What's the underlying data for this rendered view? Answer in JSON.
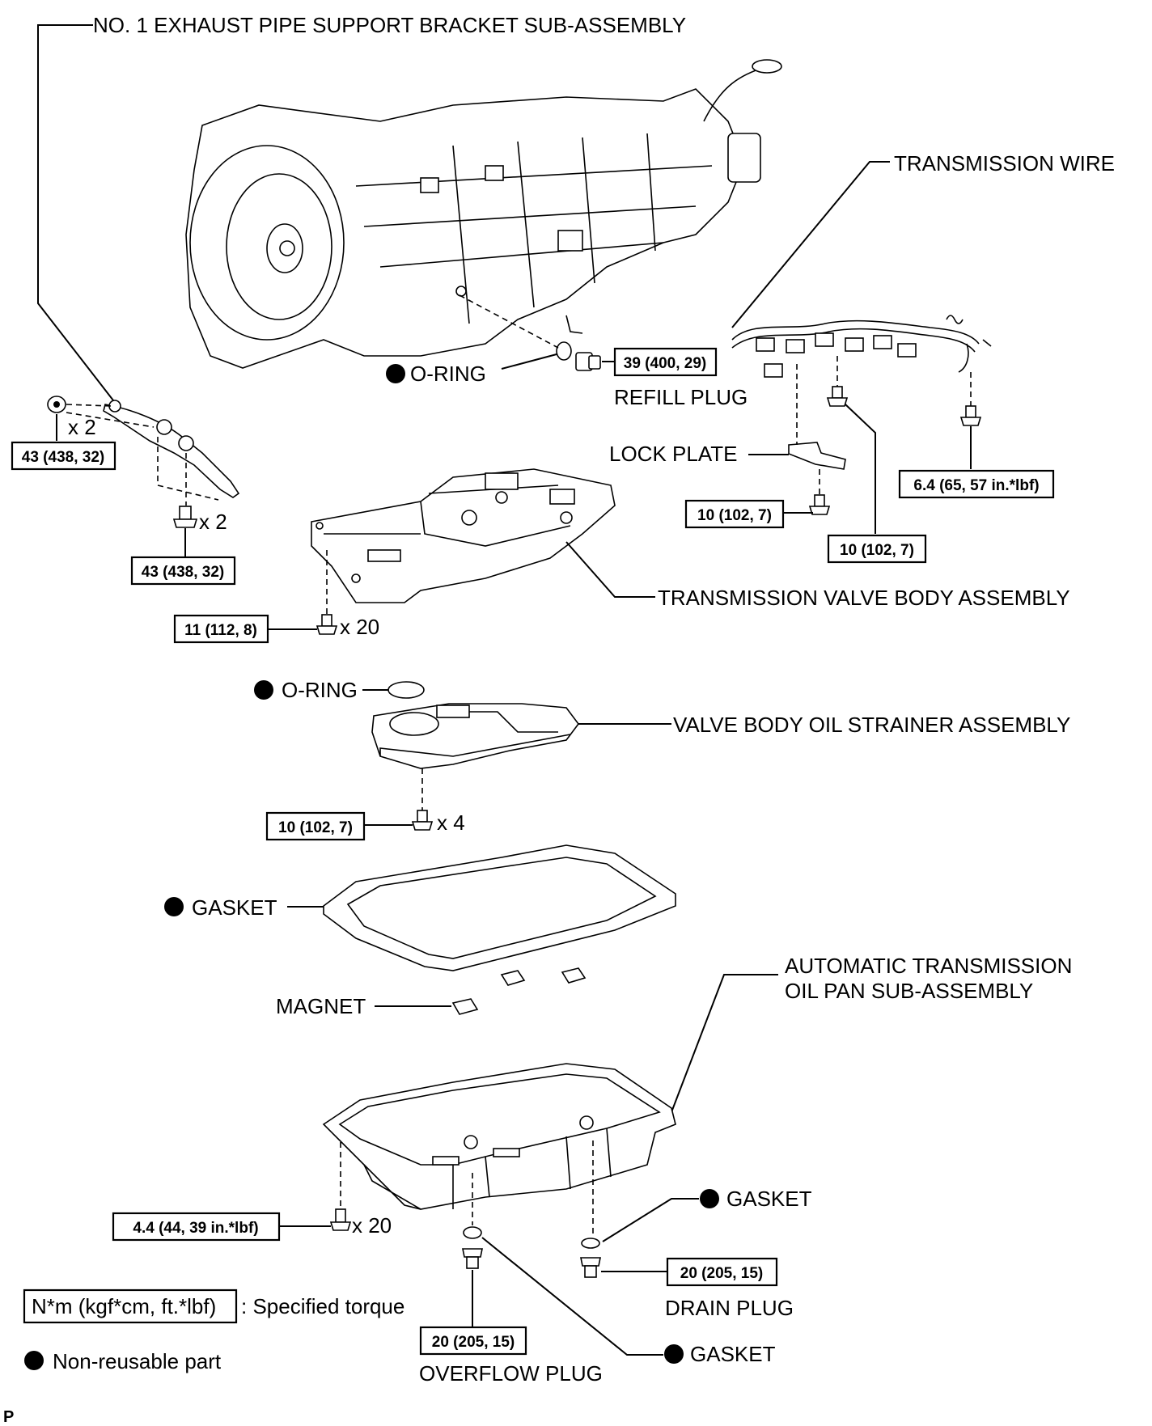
{
  "labels": {
    "exhaust_bracket": "NO. 1 EXHAUST PIPE SUPPORT BRACKET SUB-ASSEMBLY",
    "transmission_wire": "TRANSMISSION WIRE",
    "o_ring_upper": "O-RING",
    "refill_plug": "REFILL PLUG",
    "lock_plate": "LOCK PLATE",
    "valve_body": "TRANSMISSION VALVE BODY ASSEMBLY",
    "o_ring_lower": "O-RING",
    "strainer": "VALVE BODY OIL STRAINER ASSEMBLY",
    "gasket_pan": "GASKET",
    "magnet": "MAGNET",
    "oil_pan_line1": "AUTOMATIC TRANSMISSION",
    "oil_pan_line2": "OIL PAN SUB-ASSEMBLY",
    "gasket_drain": "GASKET",
    "drain_plug": "DRAIN PLUG",
    "gasket_overflow": "GASKET",
    "overflow_plug": "OVERFLOW PLUG"
  },
  "torques": {
    "refill_plug": "39 (400, 29)",
    "bracket_nut": "43 (438, 32)",
    "bracket_bolt": "43 (438, 32)",
    "lock_plate_bolt": "10 (102, 7)",
    "wire_bolt_mid": "10 (102, 7)",
    "wire_bolt_right": "6.4 (65, 57 in.*lbf)",
    "valve_body_bolt": "11 (112, 8)",
    "strainer_bolt": "10 (102, 7)",
    "oil_pan_bolt": "4.4 (44, 39 in.*lbf)",
    "drain_plug": "20 (205, 15)",
    "overflow_plug": "20 (205, 15)"
  },
  "quantities": {
    "bracket_nut": "x 2",
    "bracket_bolt": "x 2",
    "valve_body_bolt": "x 20",
    "strainer_bolt": "x 4",
    "oil_pan_bolt": "x 20"
  },
  "legend": {
    "torque_unit": "N*m (kgf*cm, ft.*lbf)",
    "torque_desc": ": Specified torque",
    "non_reusable": "Non-reusable part"
  },
  "corner_mark": "P"
}
